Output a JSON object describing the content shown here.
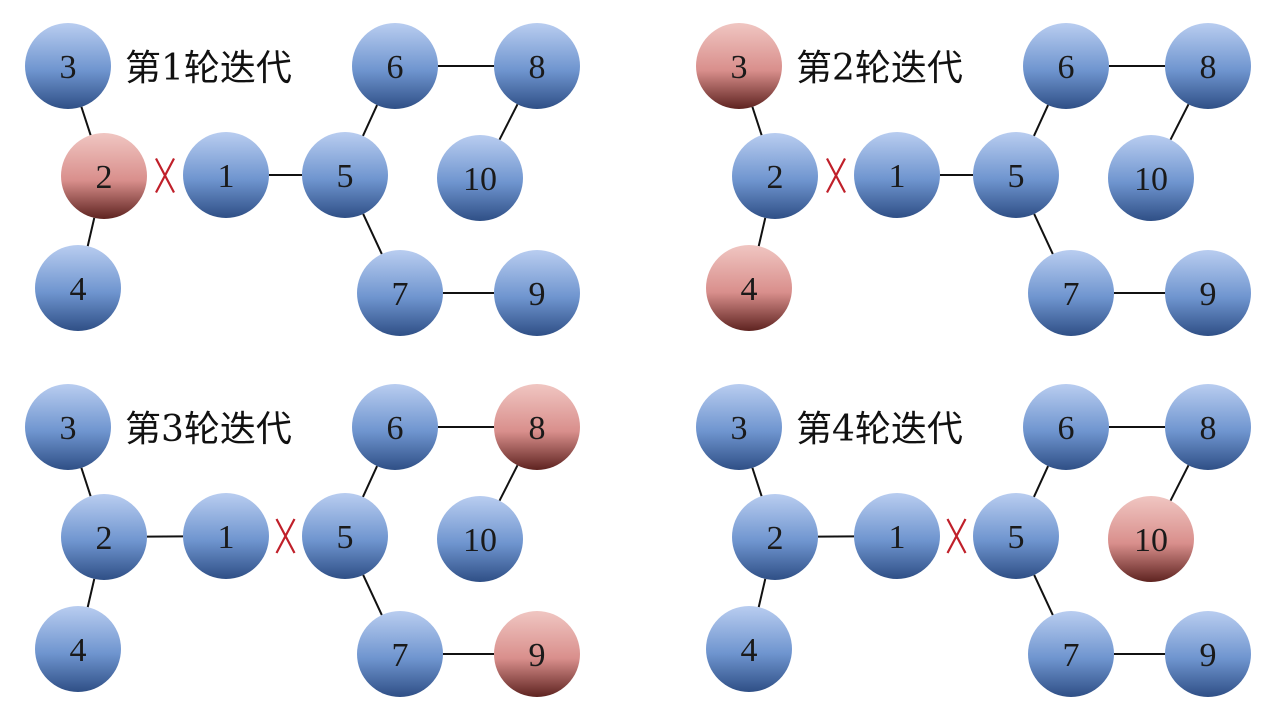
{
  "colors": {
    "normal_node": "#6f95cf",
    "highlight_node": "#d98f8c",
    "edge": "#111111",
    "cut_mark": "#c0202a"
  },
  "panels": [
    {
      "title": "第1轮迭代",
      "edges": [
        [
          "3",
          "2"
        ],
        [
          "2",
          "4"
        ],
        [
          "1",
          "5"
        ],
        [
          "5",
          "6"
        ],
        [
          "6",
          "8"
        ],
        [
          "8",
          "10"
        ],
        [
          "5",
          "7"
        ],
        [
          "7",
          "9"
        ]
      ],
      "cut_edge": [
        "2",
        "1"
      ],
      "highlighted": [
        "2"
      ]
    },
    {
      "title": "第2轮迭代",
      "edges": [
        [
          "3",
          "2"
        ],
        [
          "2",
          "4"
        ],
        [
          "1",
          "5"
        ],
        [
          "5",
          "6"
        ],
        [
          "6",
          "8"
        ],
        [
          "8",
          "10"
        ],
        [
          "5",
          "7"
        ],
        [
          "7",
          "9"
        ]
      ],
      "cut_edge": [
        "2",
        "1"
      ],
      "highlighted": [
        "3",
        "4"
      ]
    },
    {
      "title": "第3轮迭代",
      "edges": [
        [
          "3",
          "2"
        ],
        [
          "2",
          "4"
        ],
        [
          "2",
          "1"
        ],
        [
          "5",
          "6"
        ],
        [
          "6",
          "8"
        ],
        [
          "8",
          "10"
        ],
        [
          "5",
          "7"
        ],
        [
          "7",
          "9"
        ]
      ],
      "cut_edge": [
        "1",
        "5"
      ],
      "highlighted": [
        "8",
        "9"
      ]
    },
    {
      "title": "第4轮迭代",
      "edges": [
        [
          "3",
          "2"
        ],
        [
          "2",
          "4"
        ],
        [
          "2",
          "1"
        ],
        [
          "5",
          "6"
        ],
        [
          "6",
          "8"
        ],
        [
          "8",
          "10"
        ],
        [
          "5",
          "7"
        ],
        [
          "7",
          "9"
        ]
      ],
      "cut_edge": [
        "1",
        "5"
      ],
      "highlighted": [
        "10"
      ]
    }
  ]
}
